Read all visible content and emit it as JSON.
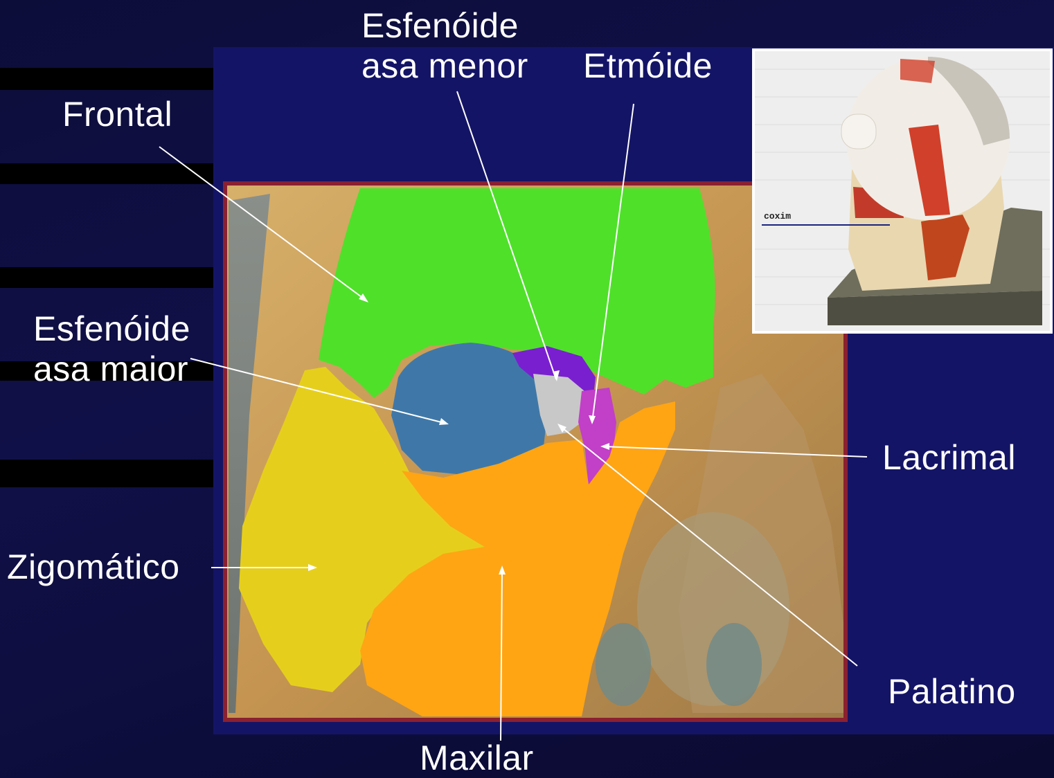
{
  "labels": {
    "frontal": "Frontal",
    "esfenoide_menor_line1": "Esfenóide",
    "esfenoide_menor_line2": "asa menor",
    "etmoide": "Etmóide",
    "esfenoide_maior_line1": "Esfenóide",
    "esfenoide_maior_line2": "asa maior",
    "zigomatico": "Zigomático",
    "lacrimal": "Lacrimal",
    "palatino": "Palatino",
    "maxilar": "Maxilar"
  },
  "inset": {
    "caption": "coxim"
  },
  "colors": {
    "background": "#10104a",
    "panel": "#141466",
    "frontal": "#4fe02a",
    "esfenoide_maior": "#3f78a8",
    "esfenoide_menor": "#7a1fd0",
    "etmoide": "#c8c8c8",
    "lacrimal": "#c23fc8",
    "zigomatico": "#e6cf1c",
    "maxilar": "#ffa514",
    "bone": "#c9a25a",
    "pointer": "#ffffff"
  }
}
